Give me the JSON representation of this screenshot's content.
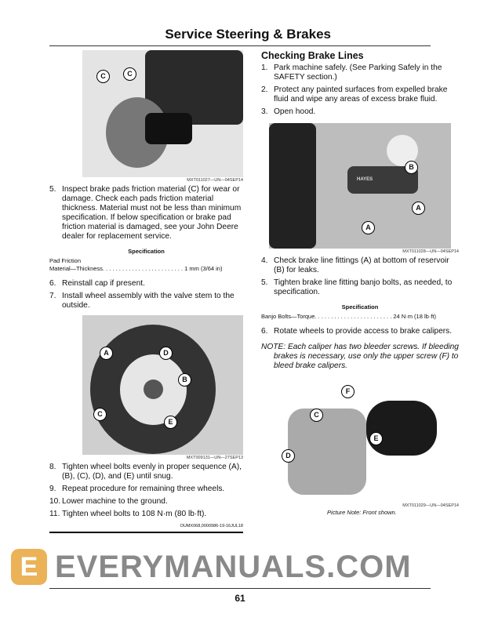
{
  "header": {
    "title": "Service Steering & Brakes"
  },
  "left": {
    "fig1": {
      "callouts": [
        "C",
        "C"
      ],
      "caption": "MXT011027—UN—04SEP14"
    },
    "step5": {
      "num": "5.",
      "text": "Inspect brake pads friction material (C) for wear or damage. Check each pads friction material thickness. Material must not be less than minimum specification. If below specification or brake pad friction material is damaged, see your John Deere dealer for replacement service."
    },
    "spec1": {
      "heading": "Specification",
      "line1": "Pad Friction",
      "line2": "Material—Thickness. . . . . . . . . . . . . . . . . . . . . . . . . 1 mm (3/64 in)"
    },
    "step6": {
      "num": "6.",
      "text": "Reinstall cap if present."
    },
    "step7": {
      "num": "7.",
      "text": "Install wheel assembly with the valve stem to the outside."
    },
    "fig2": {
      "callouts": [
        "A",
        "D",
        "B",
        "C",
        "E"
      ],
      "caption": "MXT009131—UN—27SEP13"
    },
    "step8": {
      "num": "8.",
      "text": "Tighten wheel bolts evenly in proper sequence (A), (B), (C), (D), and (E) until snug."
    },
    "step9": {
      "num": "9.",
      "text": "Repeat procedure for remaining three wheels."
    },
    "step10": {
      "num": "10.",
      "text": "Lower machine to the ground."
    },
    "step11": {
      "num": "11.",
      "text": "Tighten wheel bolts to 108 N·m (80 lb·ft)."
    },
    "ref": "OUMX068,0000986-19-16JUL18"
  },
  "right": {
    "heading": "Checking Brake Lines",
    "step1": {
      "num": "1.",
      "text": "Park machine safely. (See Parking Safely in the SAFETY section.)"
    },
    "step2": {
      "num": "2.",
      "text": "Protect any painted surfaces from expelled brake fluid and wipe any areas of excess brake fluid."
    },
    "step3": {
      "num": "3.",
      "text": "Open hood."
    },
    "fig3": {
      "callouts": [
        "B",
        "A",
        "A"
      ],
      "label": "HAYES",
      "caption": "MXT011028—UN—04SEP14"
    },
    "step4": {
      "num": "4.",
      "text": "Check brake line fittings (A) at bottom of reservoir (B) for leaks."
    },
    "step5": {
      "num": "5.",
      "text": "Tighten brake line fitting banjo bolts, as needed, to specification."
    },
    "spec": {
      "heading": "Specification",
      "line1": "Banjo Bolts—Torque. . . . . . . . . . . . . . . . . . . . . . . . 24 N·m (18 lb·ft)"
    },
    "step6": {
      "num": "6.",
      "text": "Rotate wheels to provide access to brake calipers."
    },
    "note": {
      "lead": "NOTE: Each caliper has two bleeder screws. If bleeding",
      "rest": "brakes is necessary, use only the upper screw (F) to bleed brake calipers."
    },
    "fig4": {
      "callouts": [
        "F",
        "C",
        "E",
        "D"
      ],
      "caption": "MXT011029—UN—04SEP14",
      "picture_note": "Picture Note: Front shown."
    }
  },
  "watermark": "EVERYMANUALS.COM",
  "page_number": "61"
}
